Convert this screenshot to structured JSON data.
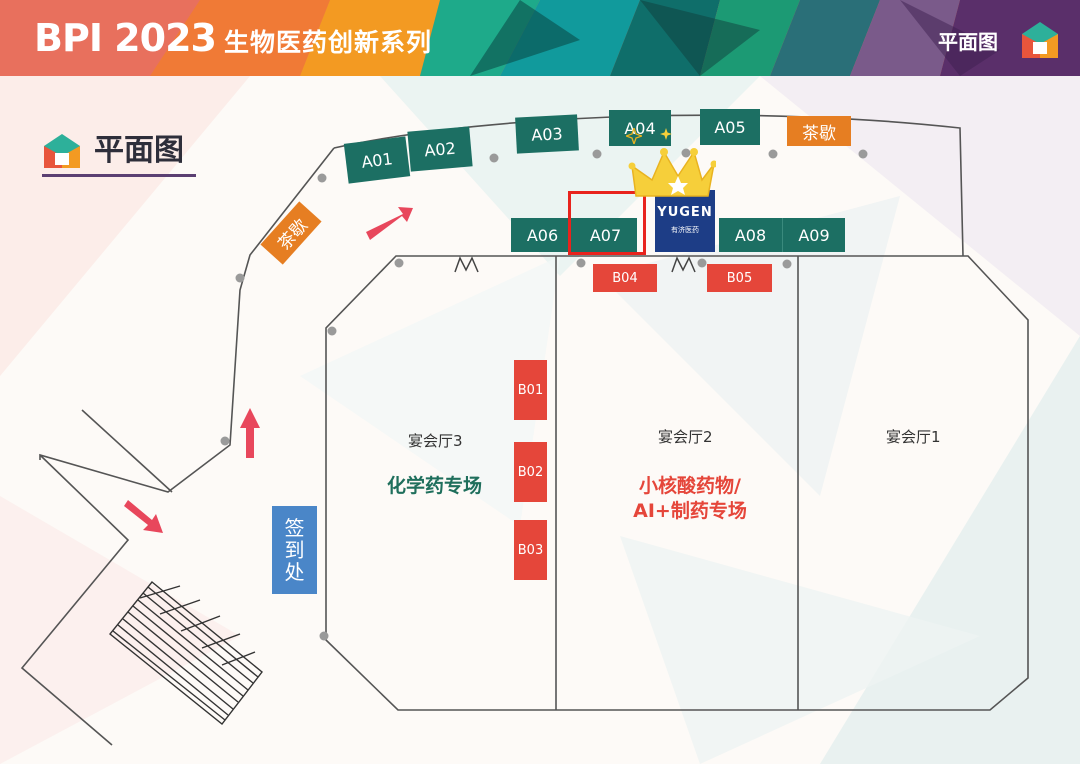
{
  "banner": {
    "title_main": "BPI 2023",
    "title_sub": "生物医药创新系列",
    "right_label": "平面图"
  },
  "legend": {
    "title": "平面图"
  },
  "booths": {
    "A01": "A01",
    "A02": "A02",
    "A03": "A03",
    "A04": "A04",
    "A05": "A05",
    "A06": "A06",
    "A07": "A07",
    "A08": "A08",
    "A09": "A09",
    "B01": "B01",
    "B02": "B02",
    "B03": "B03",
    "B04": "B04",
    "B05": "B05"
  },
  "tea_break": {
    "label_1": "茶歇",
    "label_2": "茶歇"
  },
  "halls": {
    "hall3": {
      "name": "宴会厅3",
      "topic": "化学药专场"
    },
    "hall2": {
      "name": "宴会厅2",
      "topic_line1": "小核酸药物/",
      "topic_line2": "AI+制药专场"
    },
    "hall1": {
      "name": "宴会厅1"
    }
  },
  "signin": {
    "c1": "签",
    "c2": "到",
    "c3": "处"
  },
  "sponsor": {
    "logo": "YUGEN",
    "sub": "有济医药"
  },
  "colors": {
    "booth_green": "#1c6f63",
    "booth_red": "#e5463a",
    "tea_orange": "#e67e22",
    "signin_blue": "#4a86c8",
    "highlight": "#e8231d",
    "crown": "#f6cf3a",
    "sponsor_navy": "#1d3d86",
    "topic_green": "#1f6f5c",
    "topic_red": "#e5463a"
  },
  "icons": [
    "house-logo-icon",
    "crown-icon",
    "sparkle-icon",
    "arrow-icon",
    "door-icon",
    "stairs-icon"
  ]
}
